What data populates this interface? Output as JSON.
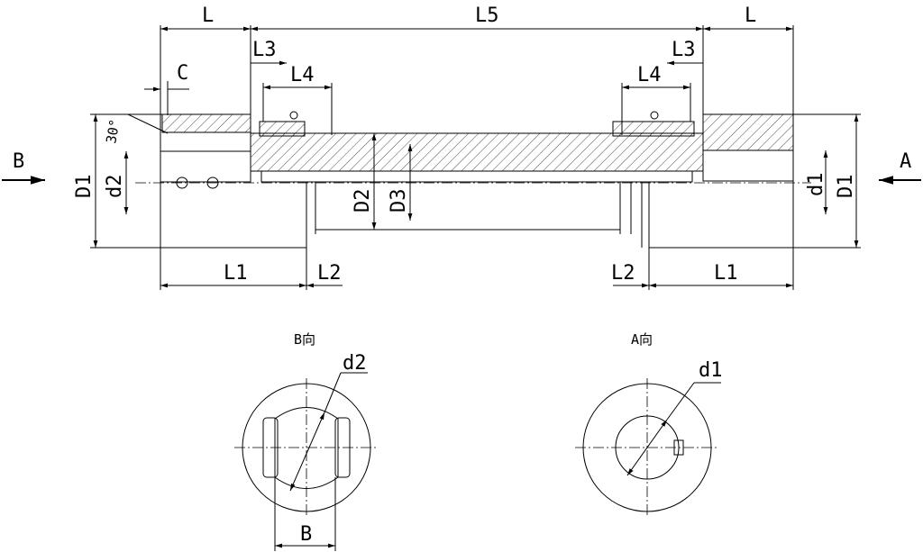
{
  "labels": {
    "L_left": "L",
    "L5": "L5",
    "L_right": "L",
    "L3_left": "L3",
    "L3_right": "L3",
    "L4_left": "L4",
    "L4_right": "L4",
    "C": "C",
    "angle": "30°",
    "B_arrow": "B",
    "A_arrow": "A",
    "D1_left": "D1",
    "D1_right": "D1",
    "d2": "d2",
    "d1": "d1",
    "D2": "D2",
    "D3": "D3",
    "L1_left": "L1",
    "L2_left": "L2",
    "L2_right": "L2",
    "L1_right": "L1"
  },
  "views": {
    "b_view_title": "B向",
    "a_view_title": "A向",
    "b_view_dim": "d2",
    "a_view_dim": "d1",
    "b_width": "B"
  }
}
